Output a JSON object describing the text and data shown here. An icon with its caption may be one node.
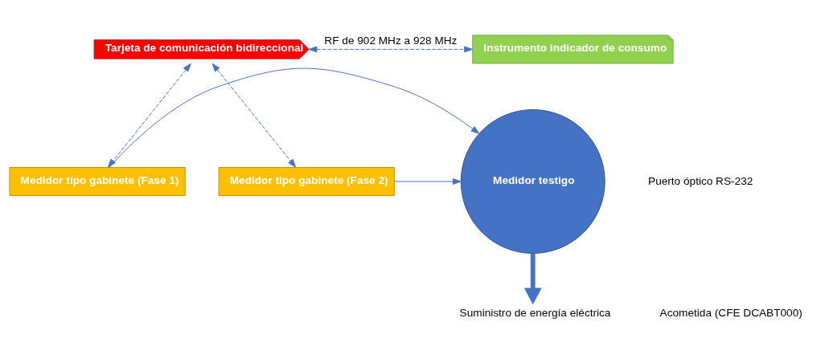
{
  "diagram": {
    "nodes": [
      {
        "text": [
          "Tarjeta de comunicación bidireccional"
        ]
      },
      {
        "text": [
          "Medidor tipo gabinete (Fase 1)"
        ]
      },
      {
        "text": [
          "Medidor tipo gabinete (Fase 2)"
        ]
      },
      {
        "text": [
          "Medidor testigo"
        ]
      },
      {
        "text": [
          "Instrumento indicador de consumo"
        ]
      },
      {
        "text": [
          "Suministro de energía eléctrica"
        ]
      }
    ],
    "edges": [
      {
        "from": 0,
        "to": 1,
        "arrow": "both",
        "style": "dashed"
      },
      {
        "from": 0,
        "to": 2,
        "arrow": "both",
        "style": "dashed"
      },
      {
        "from": 0,
        "to": 4,
        "arrow": "both",
        "style": "dashed",
        "label": "RF de 902 MHz a 928 MHz"
      },
      {
        "from": 1,
        "to": 3,
        "arrow": "to"
      },
      {
        "from": 2,
        "to": 3,
        "arrow": "to"
      },
      {
        "from": 3,
        "to": 5,
        "arrow": "to",
        "style": "thick"
      }
    ],
    "labels": [
      "Puerto óptico RS-232",
      "Acometida (CFE DCABT000)"
    ]
  }
}
